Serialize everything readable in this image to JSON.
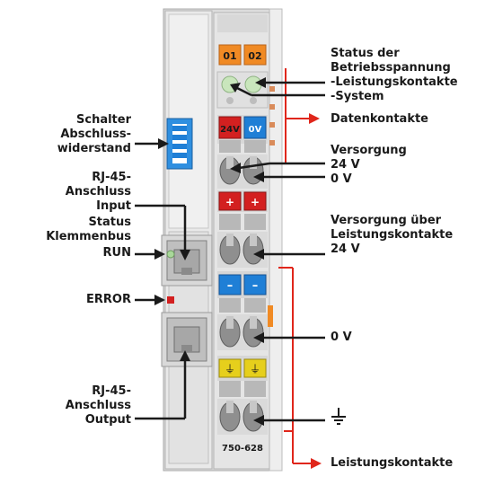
{
  "labels": {
    "status_betriebsspannung": [
      "Status der",
      "Betriebsspannung",
      "-Leistungskontakte",
      "-System"
    ],
    "datenkontakte": "Datenkontakte",
    "versorgung_24v": [
      "Versorgung",
      "24 V",
      "0 V"
    ],
    "versorgung_leistungskontakte": [
      "Versorgung über",
      "Leistungskontakte",
      "24 V"
    ],
    "null_v": "0 V",
    "leistungskontakte": "Leistungskontakte",
    "schalter": [
      "Schalter",
      "Abschluss-",
      "widerstand"
    ],
    "rj45_input": [
      "RJ-45-",
      "Anschluss",
      "Input"
    ],
    "status_klemmenbus": [
      "Status",
      "Klemmenbus"
    ],
    "run": "RUN",
    "error": "ERROR",
    "rj45_output": [
      "RJ-45-",
      "Anschluss",
      "Output"
    ]
  },
  "module": {
    "led_labels": [
      "01",
      "02"
    ],
    "supply_labels": [
      "24V",
      "0V"
    ],
    "plus_sign": "+",
    "minus_sign": "–",
    "ground_sign": "⏚",
    "part_number": "750-628"
  },
  "colors": {
    "housing": "#e6e6e6",
    "housing_dark": "#cfcfcf",
    "orange_led": "#f08a24",
    "green_led": "#bfe0b0",
    "red_block": "#d32020",
    "blue_block": "#1f7fd6",
    "yellow_block": "#e6cf1c",
    "arrow_red": "#e0261b",
    "clamp_gray": "#8f8f8f"
  }
}
